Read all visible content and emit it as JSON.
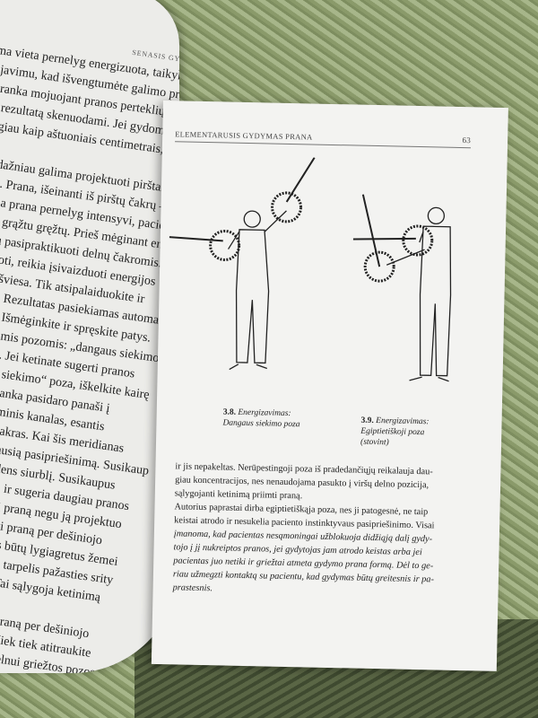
{
  "right_page": {
    "running_head": "ELEMENTARUSIS GYDYMAS PRANA",
    "page_number": "63",
    "figures": [
      {
        "number": "3.8.",
        "caption_line1": "Energizavimas:",
        "caption_line2": "Dangaus siekimo poza",
        "caption_line3": ""
      },
      {
        "number": "3.9.",
        "caption_line1": "Energizavimas:",
        "caption_line2": "Egiptietiškoji poza",
        "caption_line3": "(stovint)"
      }
    ],
    "lines": [
      {
        "text": "ir jis nepakeltas. Nerūpestingoji poza iš pradedančiųjų reikalauja dau-",
        "italic": false
      },
      {
        "text": "giau koncentracijos, nes nenaudojama pasukto į viršų delno pozicija,",
        "italic": false
      },
      {
        "text": "sąlygojanti ketinimą priimti praną.",
        "italic": false
      },
      {
        "text": "    Autorius paprastai dirba egiptietiškąja poza, nes ji patogesnė, ne taip",
        "italic": false
      },
      {
        "text": "keistai atrodo ir nesukelia paciento instinktyvaus pasipriešinimo. Visai",
        "italic": false
      },
      {
        "text": "įmanoma, kad pacientas nesąmoningai užblokuoja didžiąją dalį gydy-",
        "italic": true
      },
      {
        "text": "tojo į jį nukreiptos pranos, jei gydytojas jam atrodo keistas arba jei",
        "italic": true
      },
      {
        "text": "pacientas juo netiki ir griežtai atmeta gydymo prana formą. Dėl to ge-",
        "italic": true
      },
      {
        "text": "riau užmegzti kontaktą su pacientu, kad gydymas būtų greitesnis ir pa-",
        "italic": true
      },
      {
        "text": "prastesnis.",
        "italic": true
      }
    ]
  },
  "left_page": {
    "running_head": "SENASIS GYDYMO PRANA MOKSLAS",
    "lines": [
      "ma vieta pernelyg energizuota, taikykite",
      "ojavimu, kad išvengtumėte galimo pranos",
      "a ranka mojuojant pranos perteklių į",
      "te rezultatą skenuodami. Jei gydoma vieta",
      "augiau kaip aštuoniais centimetrais,",
      "",
      "ki, dažniau galima projektuoti pirštais",
      "elnu. Prana, išeinanti iš pirštų čakrų –",
      "ojama prana pernelyg intensyvi, pacientas",
      "g kas grąžtu gręžtų. Prieš mėginant energ",
      "geriau pasipraktikuoti delnų čakromis.",
      "ualizuoti, reikia įsivaizduoti energijos",
      "alvota šviesa. Tik atsipalaiduokite ir",
      "kromis. Rezultatas pasiekiamas automatiš",
      "fektyvi. Išmėginkite ir spręskite patys.",
      "ma keliomis pozomis: „dangaus siekimo",
      "stingaja“. Jei ketinate sugerti pranos",
      "„dangaus siekimo“ poza, iškelkite kairę",
      ". Pakelta ranka pasidaro panaši į",
      " ar bioplazminis kanalas, esantis",
      "ojo delno čakras. Kai šis meridianas",
      "dama mažiausią pasipriešinimą. Susikaup",
      "įjungia vandens siurblį. Susikaupus",
      "aktyvuojama ir sugeria daugiau pranos",
      "r noro sugerti praną negu ją projektuo",
      "ją pozą sugerti praną per dešiniojo",
      "ūnę, kad dilbis būtų lygiagretus žemei",
      "sidarytų mažas tarpelis pažasties srity",
      "sukite į viršų. Tai sąlygoja ketinimą",
      "",
      "ją pozą sugerti praną per dešiniojo",
      "svai pakibti, tik šiek tiek atitraukite",
      "žasties srityje. Delnui griežtos pozos"
    ]
  },
  "colors": {
    "page": "#f3f3f1",
    "mat_green": "#a7b68a",
    "ink": "#222222"
  }
}
